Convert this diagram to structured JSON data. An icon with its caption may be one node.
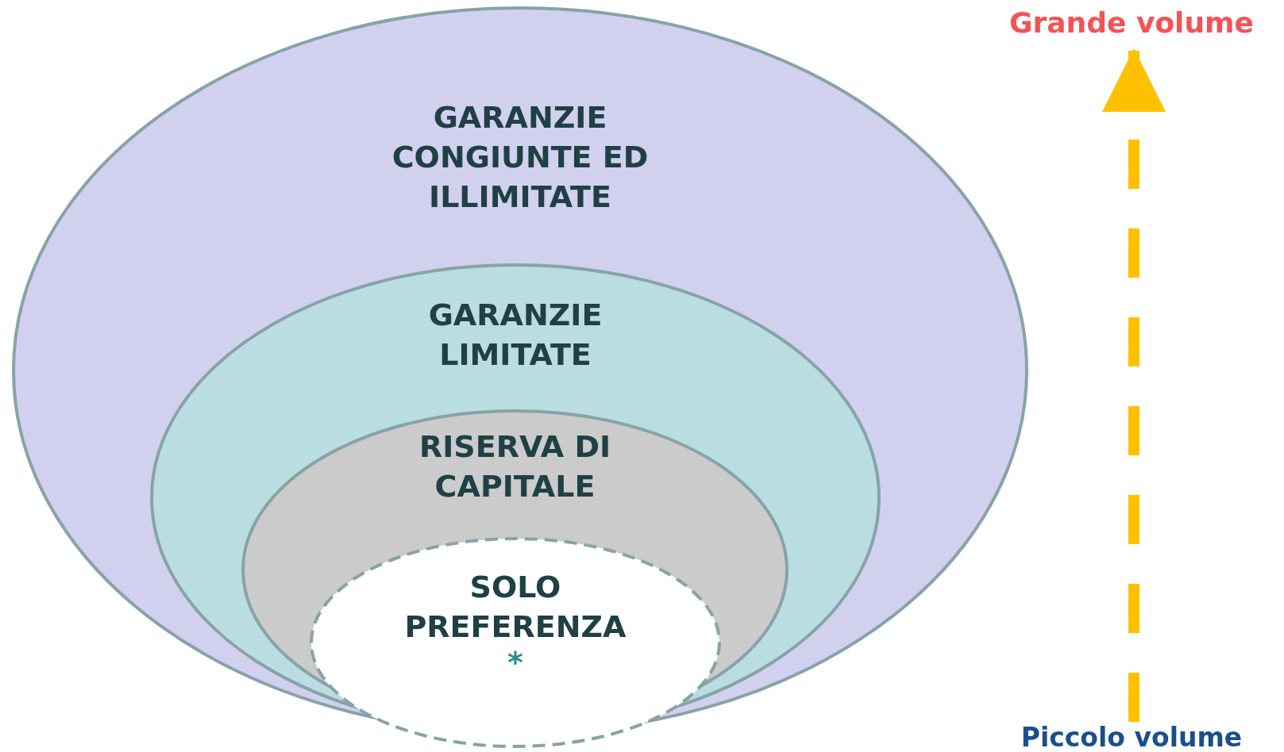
{
  "diagram": {
    "nodes": [
      {
        "text": [
          "GARANZIE CONGIUNTE ED ILLIMITATE"
        ]
      },
      {
        "text": [
          "GARANZIE LIMITATE"
        ],
        "in": 0
      },
      {
        "text": [
          "RISERVA DI CAPITALE"
        ],
        "in": 1
      },
      {
        "text": [
          "SOLO PREFERENZA",
          "*"
        ]
      },
      {
        "text": [
          "Grande volume"
        ]
      },
      {
        "text": [
          "Piccolo volume"
        ]
      }
    ],
    "edges": [
      {
        "from": 5,
        "to": 4,
        "arrow": "to",
        "style": "dashed",
        "color": "#ffc000"
      }
    ]
  }
}
